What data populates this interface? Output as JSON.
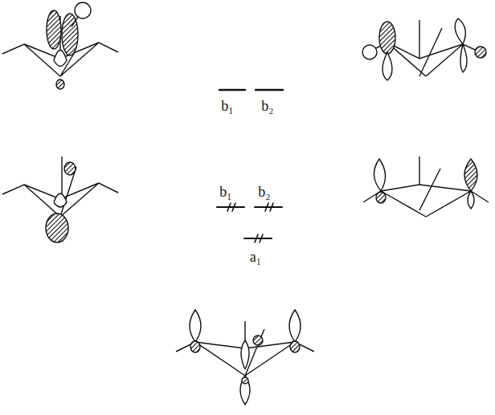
{
  "diagram": {
    "labels": [
      "b₁",
      "b₂",
      "b₁",
      "b₂",
      "a₁"
    ]
  }
}
